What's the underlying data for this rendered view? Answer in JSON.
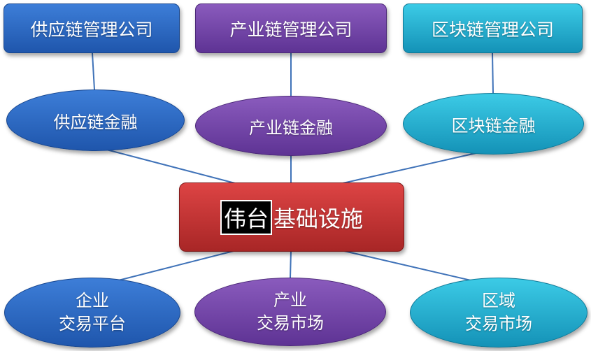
{
  "top_row": [
    {
      "label": "供应链管理公司",
      "color": "#2a67c4"
    },
    {
      "label": "产业链管理公司",
      "color": "#7446a8"
    },
    {
      "label": "区块链管理公司",
      "color": "#25aed0"
    }
  ],
  "middle_row": [
    {
      "label": "供应链金融",
      "color": "#2a67c4"
    },
    {
      "label": "产业链金融",
      "color": "#7446a8"
    },
    {
      "label": "区块链金融",
      "color": "#25aed0"
    }
  ],
  "center": {
    "redacted_text": "伟台",
    "label": "基础设施",
    "color": "#c43434"
  },
  "bottom_row": [
    {
      "line1": "企业",
      "line2": "交易平台",
      "color": "#2a67c4"
    },
    {
      "line1": "产业",
      "line2": "交易市场",
      "color": "#7446a8"
    },
    {
      "line1": "区域",
      "line2": "交易市场",
      "color": "#25aed0"
    }
  ],
  "connector_color": "#3f72b8"
}
